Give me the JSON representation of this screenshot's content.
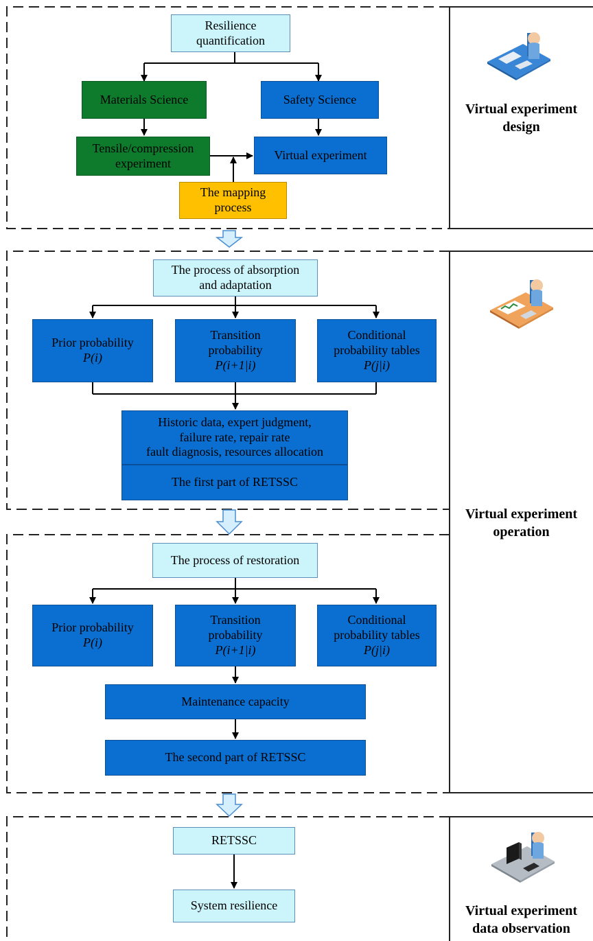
{
  "nodes": {
    "resilience_quant": {
      "line1": "Resilience",
      "line2": "quantification"
    },
    "materials_science": "Materials Science",
    "safety_science": "Safety Science",
    "tensile": {
      "line1": "Tensile/compression",
      "line2": "experiment"
    },
    "virtual_exp": "Virtual experiment",
    "mapping": {
      "line1": "The mapping",
      "line2": "process"
    },
    "absorption": {
      "line1": "The process of absorption",
      "line2": "and adaptation"
    },
    "prior1": {
      "line1": "Prior probability",
      "formula": "P(i)"
    },
    "transition1": {
      "line1": "Transition",
      "line2": "probability",
      "formula": "P(i+1|i)"
    },
    "conditional1": {
      "line1": "Conditional",
      "line2": "probability tables",
      "formula": "P(j|i)"
    },
    "historic": {
      "line1": "Historic data, expert judgment,",
      "line2": "failure rate, repair rate",
      "line3": "fault diagnosis, resources allocation",
      "line4": "The first part of RETSSC"
    },
    "restoration": "The process of restoration",
    "prior2": {
      "line1": "Prior probability",
      "formula": "P(i)"
    },
    "transition2": {
      "line1": "Transition",
      "line2": "probability",
      "formula": "P(i+1|i)"
    },
    "conditional2": {
      "line1": "Conditional",
      "line2": "probability tables",
      "formula": "P(j|i)"
    },
    "maintenance": "Maintenance capacity",
    "second_part": "The second part of RETSSC",
    "retssc": "RETSSC",
    "system_resilience": "System resilience"
  },
  "side_labels": {
    "design": {
      "line1": "Virtual experiment",
      "line2": "design"
    },
    "operation": {
      "line1": "Virtual experiment",
      "line2": "operation"
    },
    "observation": {
      "line1": "Virtual experiment",
      "line2": "data observation"
    }
  },
  "icons": [
    "person-at-computer-desk-icon",
    "person-at-chart-desk-icon",
    "person-at-monitor-desk-icon"
  ],
  "colors": {
    "light_box": "#ccf5fb",
    "green_box": "#0e7a2c",
    "blue_box": "#0a6fd1",
    "orange_box": "#ffc000",
    "transfer_arrow": "#d6efff"
  }
}
